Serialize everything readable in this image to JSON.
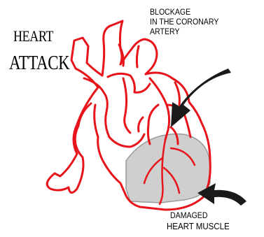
{
  "title": {
    "line1": "HEART",
    "line2": "ATTACK"
  },
  "labels": {
    "blockage": [
      "BLOCKAGE",
      "IN THE CORONARY",
      "ARTERY"
    ],
    "damaged": [
      "DAMAGED",
      "HEART MUSCLE"
    ]
  },
  "colors": {
    "heart_outline": "#e8141b",
    "damaged_fill": "#cfcfcf",
    "damaged_outline": "#9a9a9a",
    "arrow": "#1a1a1a",
    "text": "#000000"
  }
}
